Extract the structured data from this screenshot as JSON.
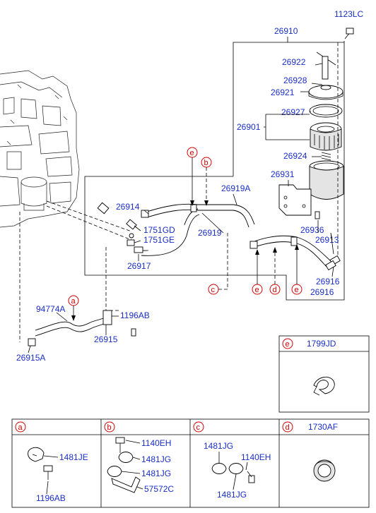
{
  "labels": {
    "p26910": "26910",
    "p1123LC": "1123LC",
    "p26922": "26922",
    "p26928": "26928",
    "p26921": "26921",
    "p26927": "26927",
    "p26901": "26901",
    "p26924": "26924",
    "p26931": "26931",
    "p26919A": "26919A",
    "p26914": "26914",
    "p1751GD": "1751GD",
    "p1751GE": "1751GE",
    "p26919": "26919",
    "p26917": "26917",
    "p26936": "26936",
    "p26913": "26913",
    "p26916a": "26916",
    "p26916b": "26916",
    "p94774A": "94774A",
    "p1196AB": "1196AB",
    "p26915": "26915",
    "p26915A": "26915A"
  },
  "callouts": {
    "e1": "e",
    "b1": "b",
    "a1": "a",
    "c1": "c",
    "e2": "e",
    "d1": "d",
    "e3": "e"
  },
  "detail_e": {
    "letter": "e",
    "part": "1799JD"
  },
  "detail_table": {
    "a": {
      "letter": "a",
      "parts": [
        "1481JE",
        "1196AB"
      ]
    },
    "b": {
      "letter": "b",
      "parts": [
        "1140EH",
        "1481JG",
        "1481JG",
        "57572C"
      ]
    },
    "c": {
      "letter": "c",
      "parts": [
        "1481JG",
        "1140EH",
        "1481JG"
      ]
    },
    "d": {
      "letter": "d",
      "part": "1730AF"
    }
  }
}
